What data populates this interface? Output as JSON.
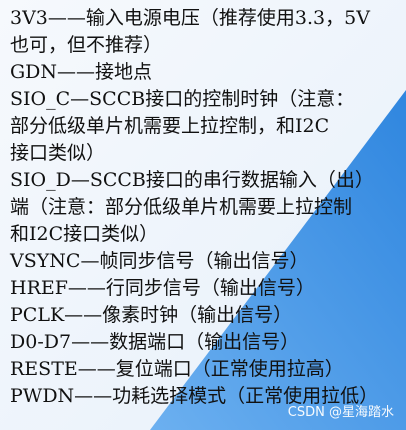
{
  "document": {
    "lines": [
      "3V3——输入电源电压（推荐使用3.3，5V",
      "也可，但不推荐）",
      "GDN——接地点",
      "SIO_C—SCCB接口的控制时钟（注意：",
      "部分低级单片机需要上拉控制，和I2C",
      "接口类似）",
      "SIO_D—SCCB接口的串行数据输入（出）",
      "端（注意：部分低级单片机需要上拉控制",
      "和I2C接口类似）",
      "VSYNC—帧同步信号（输出信号）",
      "HREF——行同步信号（输出信号）",
      "PCLK——像素时钟（输出信号）",
      "D0-D7——数据端口（输出信号）",
      "RESTE——复位端口（正常使用拉高）",
      "PWDN——功耗选择模式（正常使用拉低）"
    ]
  },
  "watermark": {
    "text": "CSDN @星海踏水"
  },
  "colors": {
    "background_light": "#eef4fb",
    "background_blue": "#3c93e6",
    "text": "#111111",
    "watermark": "#ffffff"
  }
}
